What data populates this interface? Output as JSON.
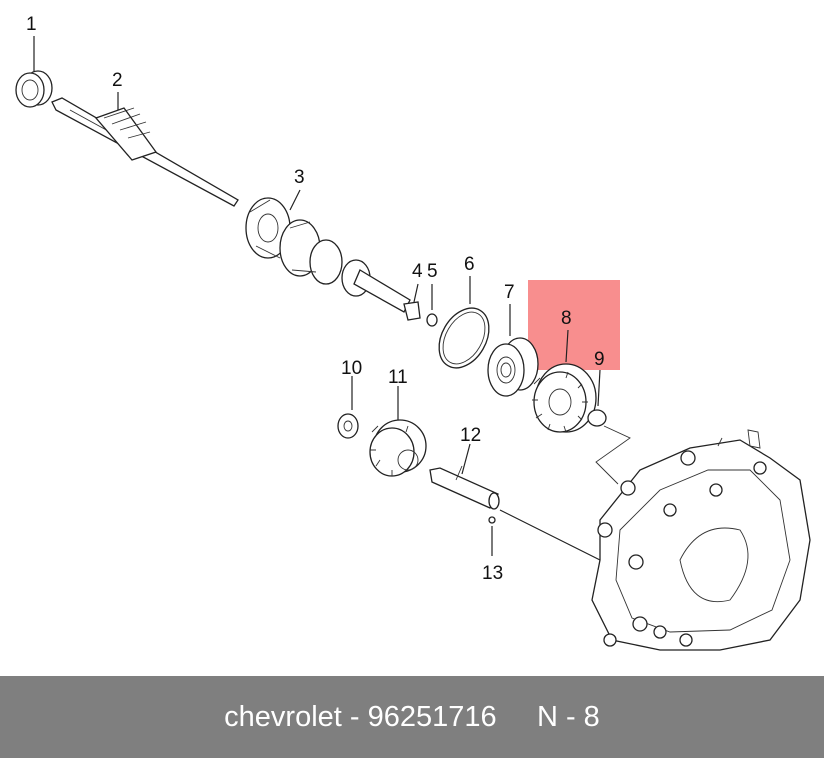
{
  "callouts": [
    "1",
    "2",
    "3",
    "4",
    "5",
    "6",
    "7",
    "8",
    "9",
    "10",
    "11",
    "12",
    "13"
  ],
  "highlight": {
    "part": "8",
    "color": "#f77a7a"
  },
  "footer": {
    "brand": "chevrolet",
    "separator": "-",
    "part_number": "96251716",
    "code": "N - 8",
    "background": "#7f7f7f"
  }
}
